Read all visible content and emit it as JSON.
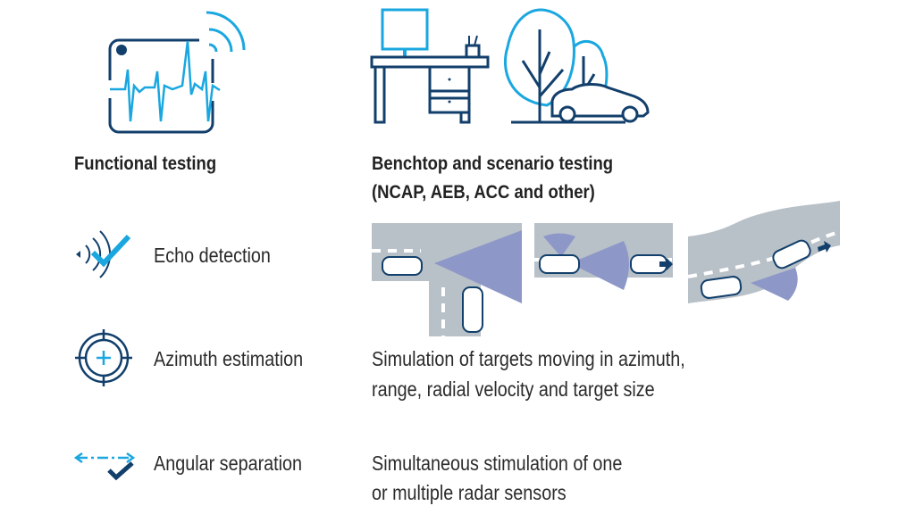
{
  "colors": {
    "navy": "#123f6b",
    "blue": "#1aa7e0",
    "road": "#b8c0c8",
    "radar": "#8e98c8"
  },
  "left": {
    "heading": "Functional testing",
    "items": [
      {
        "icon": "echo-check-icon",
        "label": "Echo detection"
      },
      {
        "icon": "crosshair-icon",
        "label": "Azimuth estimation"
      },
      {
        "icon": "arrow-check-icon",
        "label": "Angular separation"
      }
    ]
  },
  "right": {
    "heading_line1": "Benchtop and scenario testing",
    "heading_line2": "(NCAP, AEB, ACC and other)",
    "desc1_line1": "Simulation of targets moving in azimuth,",
    "desc1_line2": "range, radial velocity and target size",
    "desc2_line1": "Simultaneous stimulation of one",
    "desc2_line2": "or multiple radar sensors"
  }
}
